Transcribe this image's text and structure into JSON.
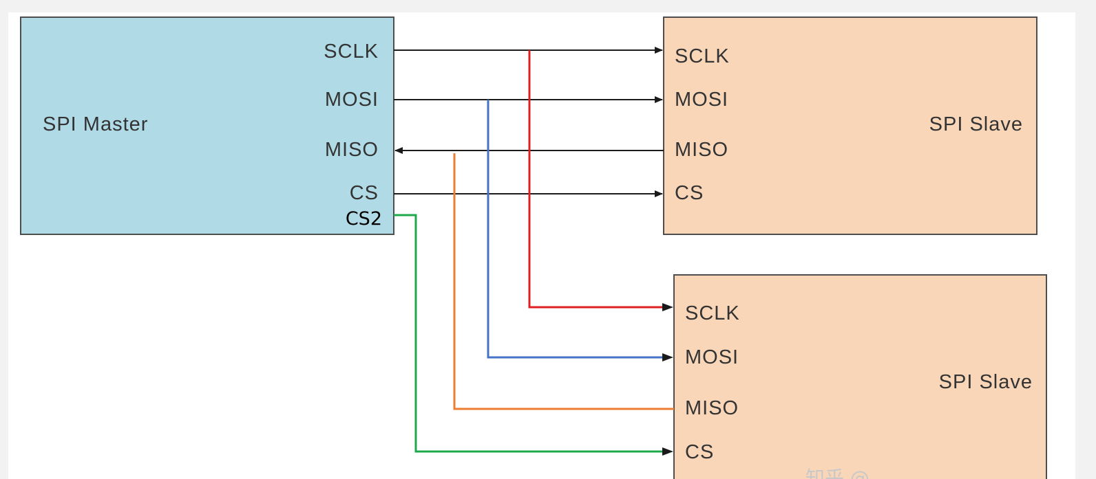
{
  "master": {
    "title": "SPI Master",
    "fill": "#b0dbe6",
    "pins": [
      "SCLK",
      "MOSI",
      "MISO",
      "CS",
      "CS2"
    ]
  },
  "slave1": {
    "title": "SPI Slave",
    "fill": "#f9d6b8",
    "pins": [
      "SCLK",
      "MOSI",
      "MISO",
      "CS"
    ]
  },
  "slave2": {
    "title": "SPI Slave",
    "fill": "#f9d6b8",
    "pins": [
      "SCLK",
      "MOSI",
      "MISO",
      "CS"
    ]
  },
  "wire_colors": {
    "black": "#1a1a1a",
    "sclk2": "#e02020",
    "mosi2": "#4472c4",
    "miso2": "#ed7d31",
    "cs2": "#1fa84a"
  },
  "watermark": "知乎 @..."
}
